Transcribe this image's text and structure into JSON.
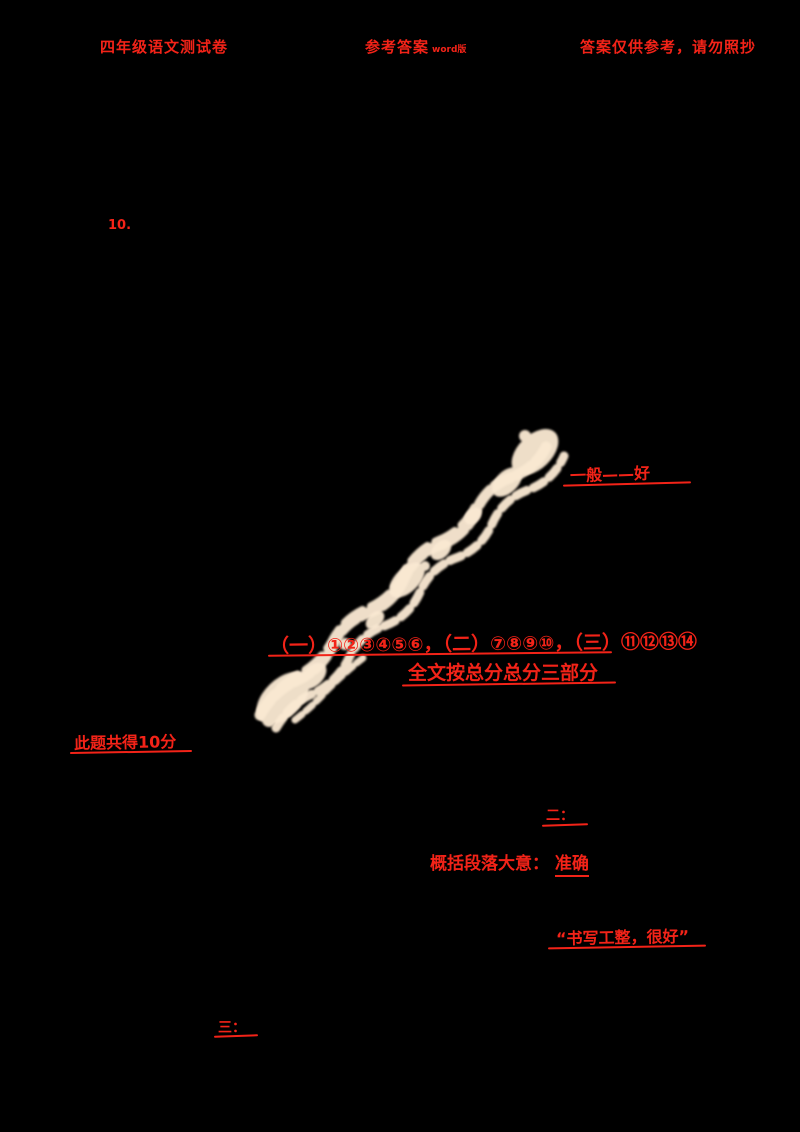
{
  "page": {
    "background_color": "#000000",
    "accent_red": "#f32318",
    "scribble_cream": "#f9e8d2"
  },
  "header": {
    "left_title": "四年级语文测试卷",
    "center_main": "参考答案",
    "center_sub": "word版",
    "right_note": "答案仅供参考，请勿照抄"
  },
  "annotations": {
    "question_number": "10.",
    "general_comment": "一般——好",
    "section_line1": "（一）①②③④⑤⑥，（二）⑦⑧⑨⑩，（三）⑪⑫⑬⑭",
    "section_line2": "全文按总分总分三部分",
    "score_note": "此题共得10分",
    "mark_two": "二：",
    "summary_label": "概括段落大意：",
    "summary_answer": "准确",
    "praise_note": "“书写工整，很好”",
    "mark_three": "三："
  },
  "scribble": {
    "label": "illegible-handwriting"
  }
}
